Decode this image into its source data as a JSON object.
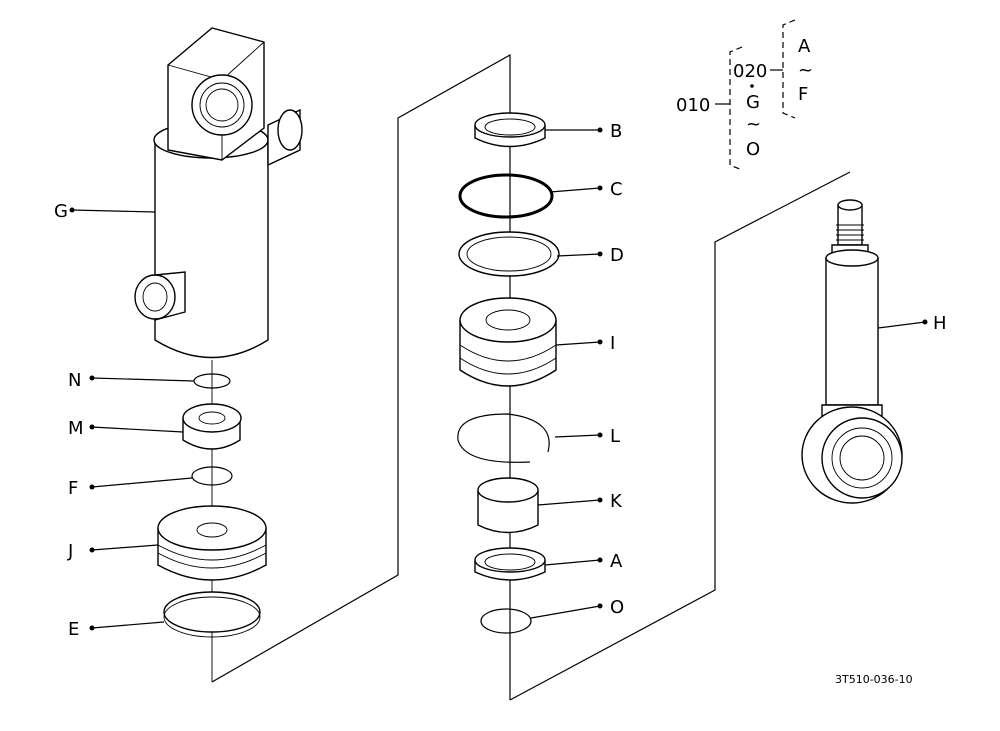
{
  "diagram": {
    "drawing_number": "3T510-036-10",
    "labels": {
      "A": "A",
      "B": "B",
      "C": "C",
      "D": "D",
      "E": "E",
      "F": "F",
      "G": "G",
      "H": "H",
      "I": "I",
      "J": "J",
      "K": "K",
      "L": "L",
      "M": "M",
      "N": "N",
      "O": "O"
    },
    "legend": {
      "assembly": "010",
      "subassembly": "020",
      "range_outer_start": "G",
      "range_outer_sep": "~",
      "range_outer_end": "O",
      "range_inner_start": "A",
      "range_inner_sep": "~",
      "range_inner_end": "F"
    }
  }
}
